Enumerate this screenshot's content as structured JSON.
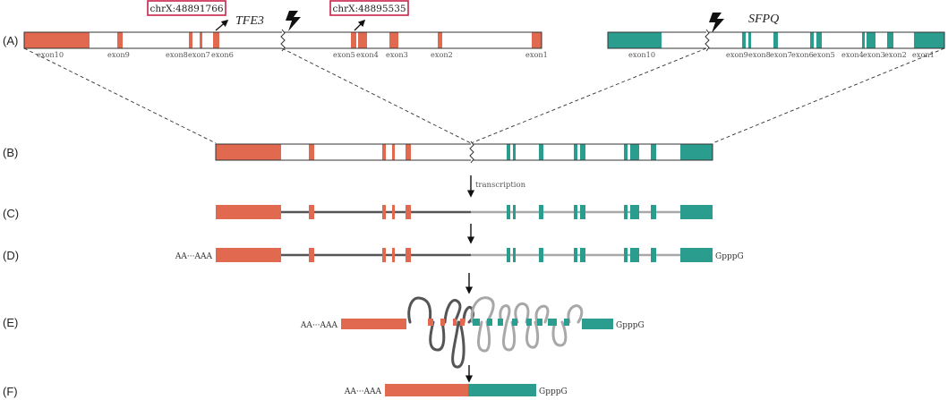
{
  "colors": {
    "tfe3": "#e0694f",
    "sfpq": "#2a9d8f",
    "outline": "#333333",
    "coord_box": "#c8234a",
    "intron_dark": "#555555",
    "intron_light": "#a8a8a8"
  },
  "rows": {
    "a": "(A)",
    "b": "(B)",
    "c": "(C)",
    "d": "(D)",
    "e": "(E)",
    "f": "(F)"
  },
  "genes": {
    "tfe3": "TFE3",
    "sfpq": "SFPQ"
  },
  "coords": {
    "left": "chrX:48891766",
    "right": "chrX:48895535"
  },
  "tfe3_exons": [
    "exon10",
    "exon9",
    "exon8",
    "exon7",
    "exon6",
    "exon5",
    "exon4",
    "exon3",
    "exon2",
    "exon1"
  ],
  "sfpq_exons": [
    "exon10",
    "exon9",
    "exon8",
    "exon7",
    "exon6",
    "exon5",
    "exon4",
    "exon3",
    "exon2",
    "exon1"
  ],
  "icons": {
    "breakpoint": "lightning-bolt-icon"
  },
  "steps": {
    "transcription": "transcription"
  },
  "ends": {
    "poly_a": "AA···AAA",
    "cap": "GpppG"
  }
}
